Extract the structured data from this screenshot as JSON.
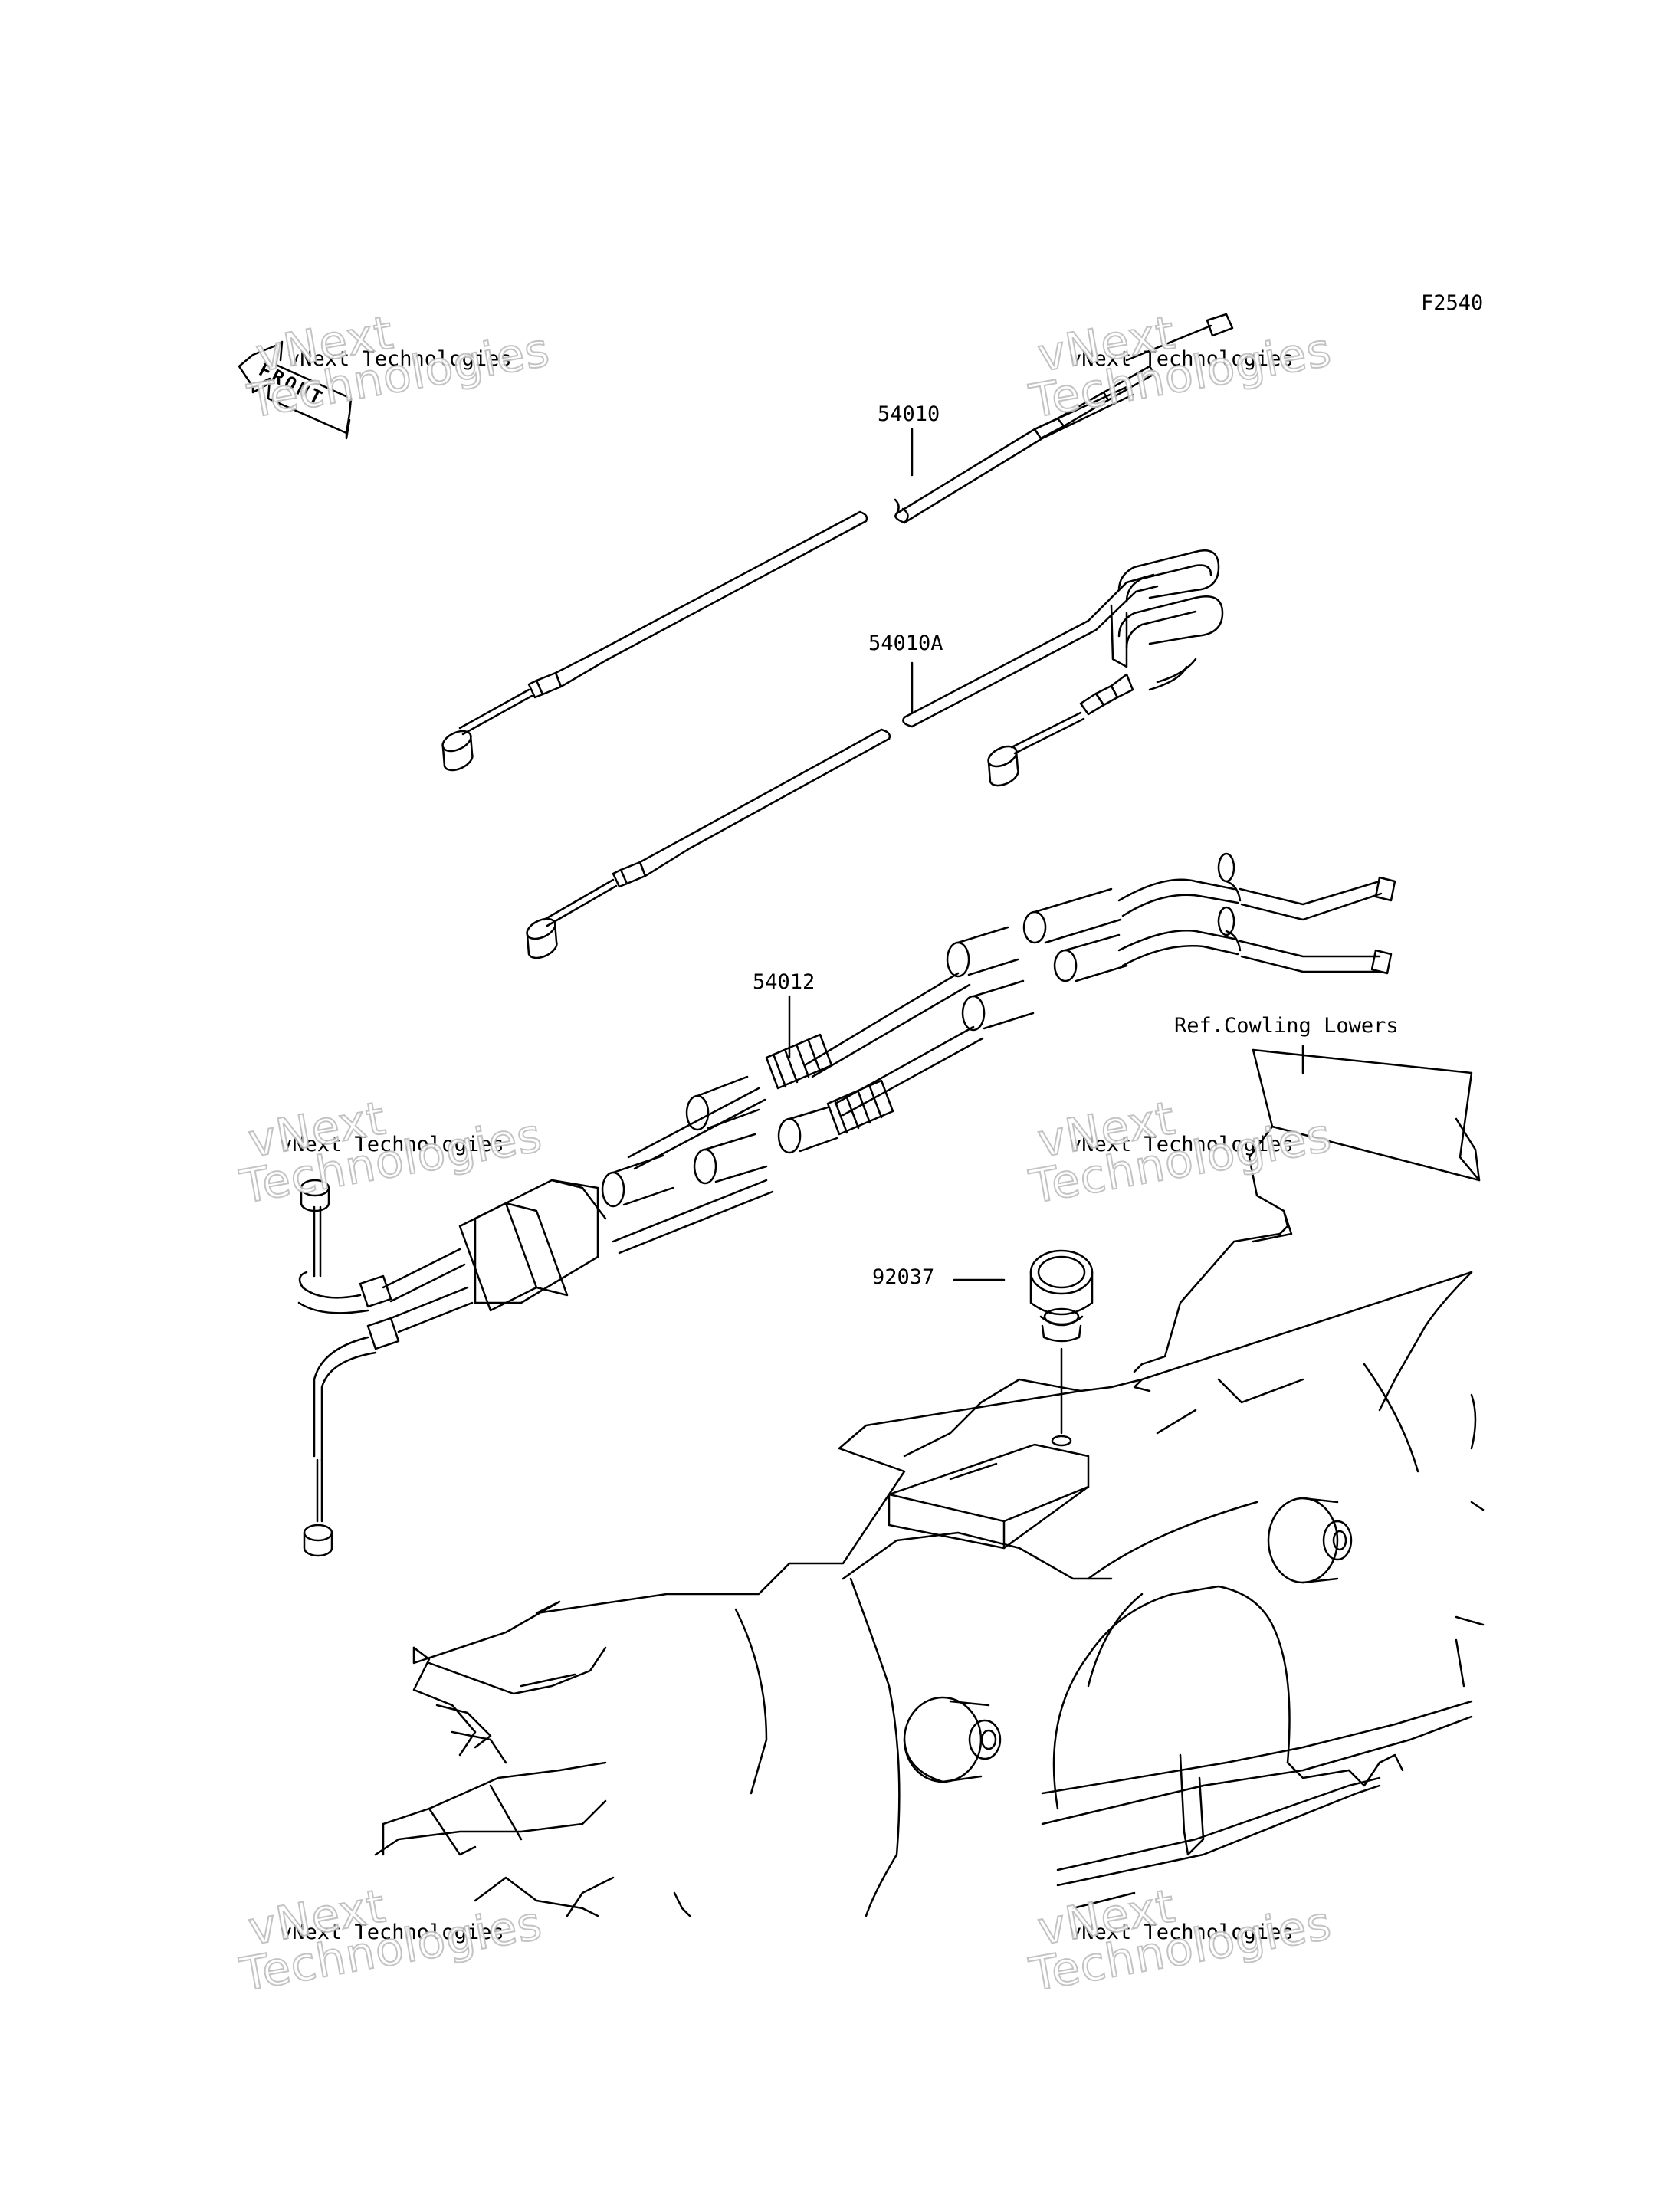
{
  "diagram_code": "F2540",
  "front_label": "FRONT",
  "parts": [
    {
      "number": "54010"
    },
    {
      "number": "54010A"
    },
    {
      "number": "54012"
    },
    {
      "number": "92037"
    }
  ],
  "reference_note": "Ref.Cowling Lowers",
  "watermark": {
    "big_top": "vNext",
    "big_bottom": "Technologies",
    "small": "vNext Technologies"
  }
}
